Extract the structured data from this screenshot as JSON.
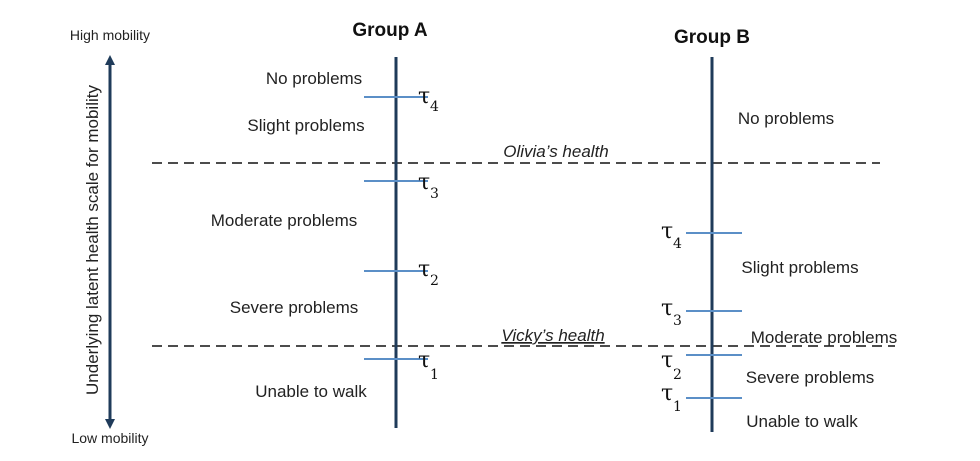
{
  "axis": {
    "top_label": "High mobility",
    "bottom_label": "Low mobility",
    "label": "Underlying latent health scale for mobility"
  },
  "group_a": {
    "title": "Group A",
    "categories": [
      "No problems",
      "Slight problems",
      "Moderate problems",
      "Severe problems",
      "Unable to walk"
    ],
    "thresholds": [
      "4",
      "3",
      "2",
      "1"
    ]
  },
  "group_b": {
    "title": "Group B",
    "categories": [
      "No problems",
      "Slight problems",
      "Moderate problems",
      "Severe problems",
      "Unable to walk"
    ],
    "thresholds": [
      "4",
      "3",
      "2",
      "1"
    ]
  },
  "reference_lines": {
    "olivia": "Olivia’s health",
    "vicky": "Vicky’s health"
  },
  "tau_symbol": "τ",
  "colors": {
    "axis": "#1f3b5a",
    "tick": "#5b8fc7",
    "dashed": "#111111"
  }
}
